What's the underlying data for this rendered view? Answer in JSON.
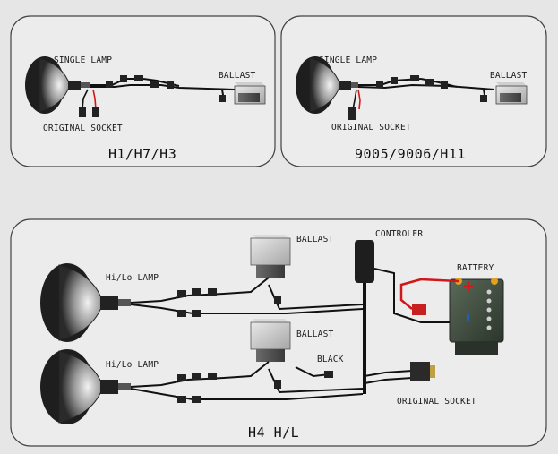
{
  "panels": {
    "top_left": {
      "single_lamp": "SINGLE LAMP",
      "ballast": "BALLAST",
      "original_socket": "ORIGINAL SOCKET",
      "title": "H1/H7/H3"
    },
    "top_right": {
      "single_lamp": "SINGLE LAMP",
      "ballast": "BALLAST",
      "original_socket": "ORIGINAL SOCKET",
      "title": "9005/9006/H11"
    },
    "bottom": {
      "ballast_top": "BALLAST",
      "controler": "CONTROLER",
      "battery": "BATTERY",
      "hilo_lamp_top": "Hi/Lo LAMP",
      "ballast_bottom": "BALLAST",
      "black": "BLACK",
      "hilo_lamp_bottom": "Hi/Lo LAMP",
      "original_socket": "ORIGINAL SOCKET",
      "title": "H4 H/L"
    }
  },
  "battery": {
    "plus": "+",
    "minus": "-"
  },
  "colors": {
    "background": "#e6e6e6",
    "panel_fill": "#ececec",
    "panel_border": "#444444",
    "wire": "#111111",
    "positive_wire": "#d01818",
    "battery_case": "#3d4a3d",
    "battery_minus": "#1e5fb8"
  }
}
